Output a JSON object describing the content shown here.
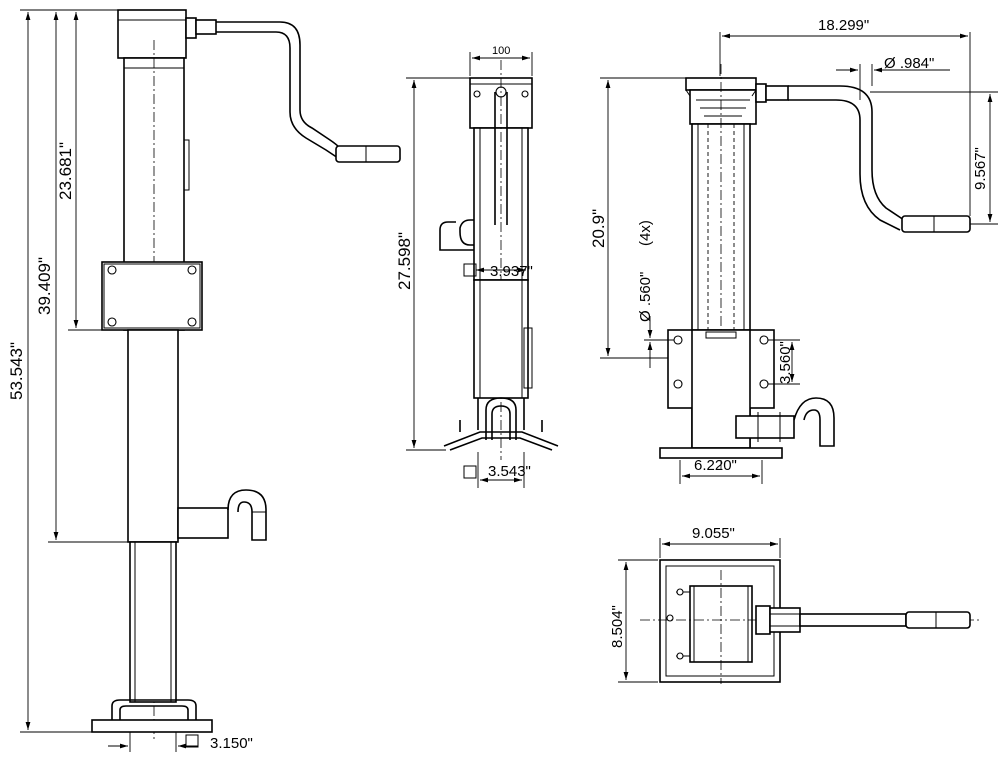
{
  "side_view": {
    "dims": {
      "overall_height": "53.543\"",
      "mid_height": "39.409\"",
      "upper_height": "23.681\"",
      "foot_width": "3.150\""
    }
  },
  "front_view": {
    "dims": {
      "top_width": "100",
      "height": "27.598\"",
      "tube_square": "3.937\"",
      "inner_square": "3.543\""
    }
  },
  "section_view": {
    "dims": {
      "handle_reach": "18.299\"",
      "handle_dia": "Ø .984\"",
      "handle_drop": "9.567\"",
      "height": "20.9\"",
      "hole_dia": "Ø .560\"",
      "hole_count": "(4x)",
      "hole_spacing": "3.560\"",
      "base_width": "6.220\""
    }
  },
  "plan_view": {
    "dims": {
      "width": "9.055\"",
      "depth": "8.504\""
    }
  }
}
